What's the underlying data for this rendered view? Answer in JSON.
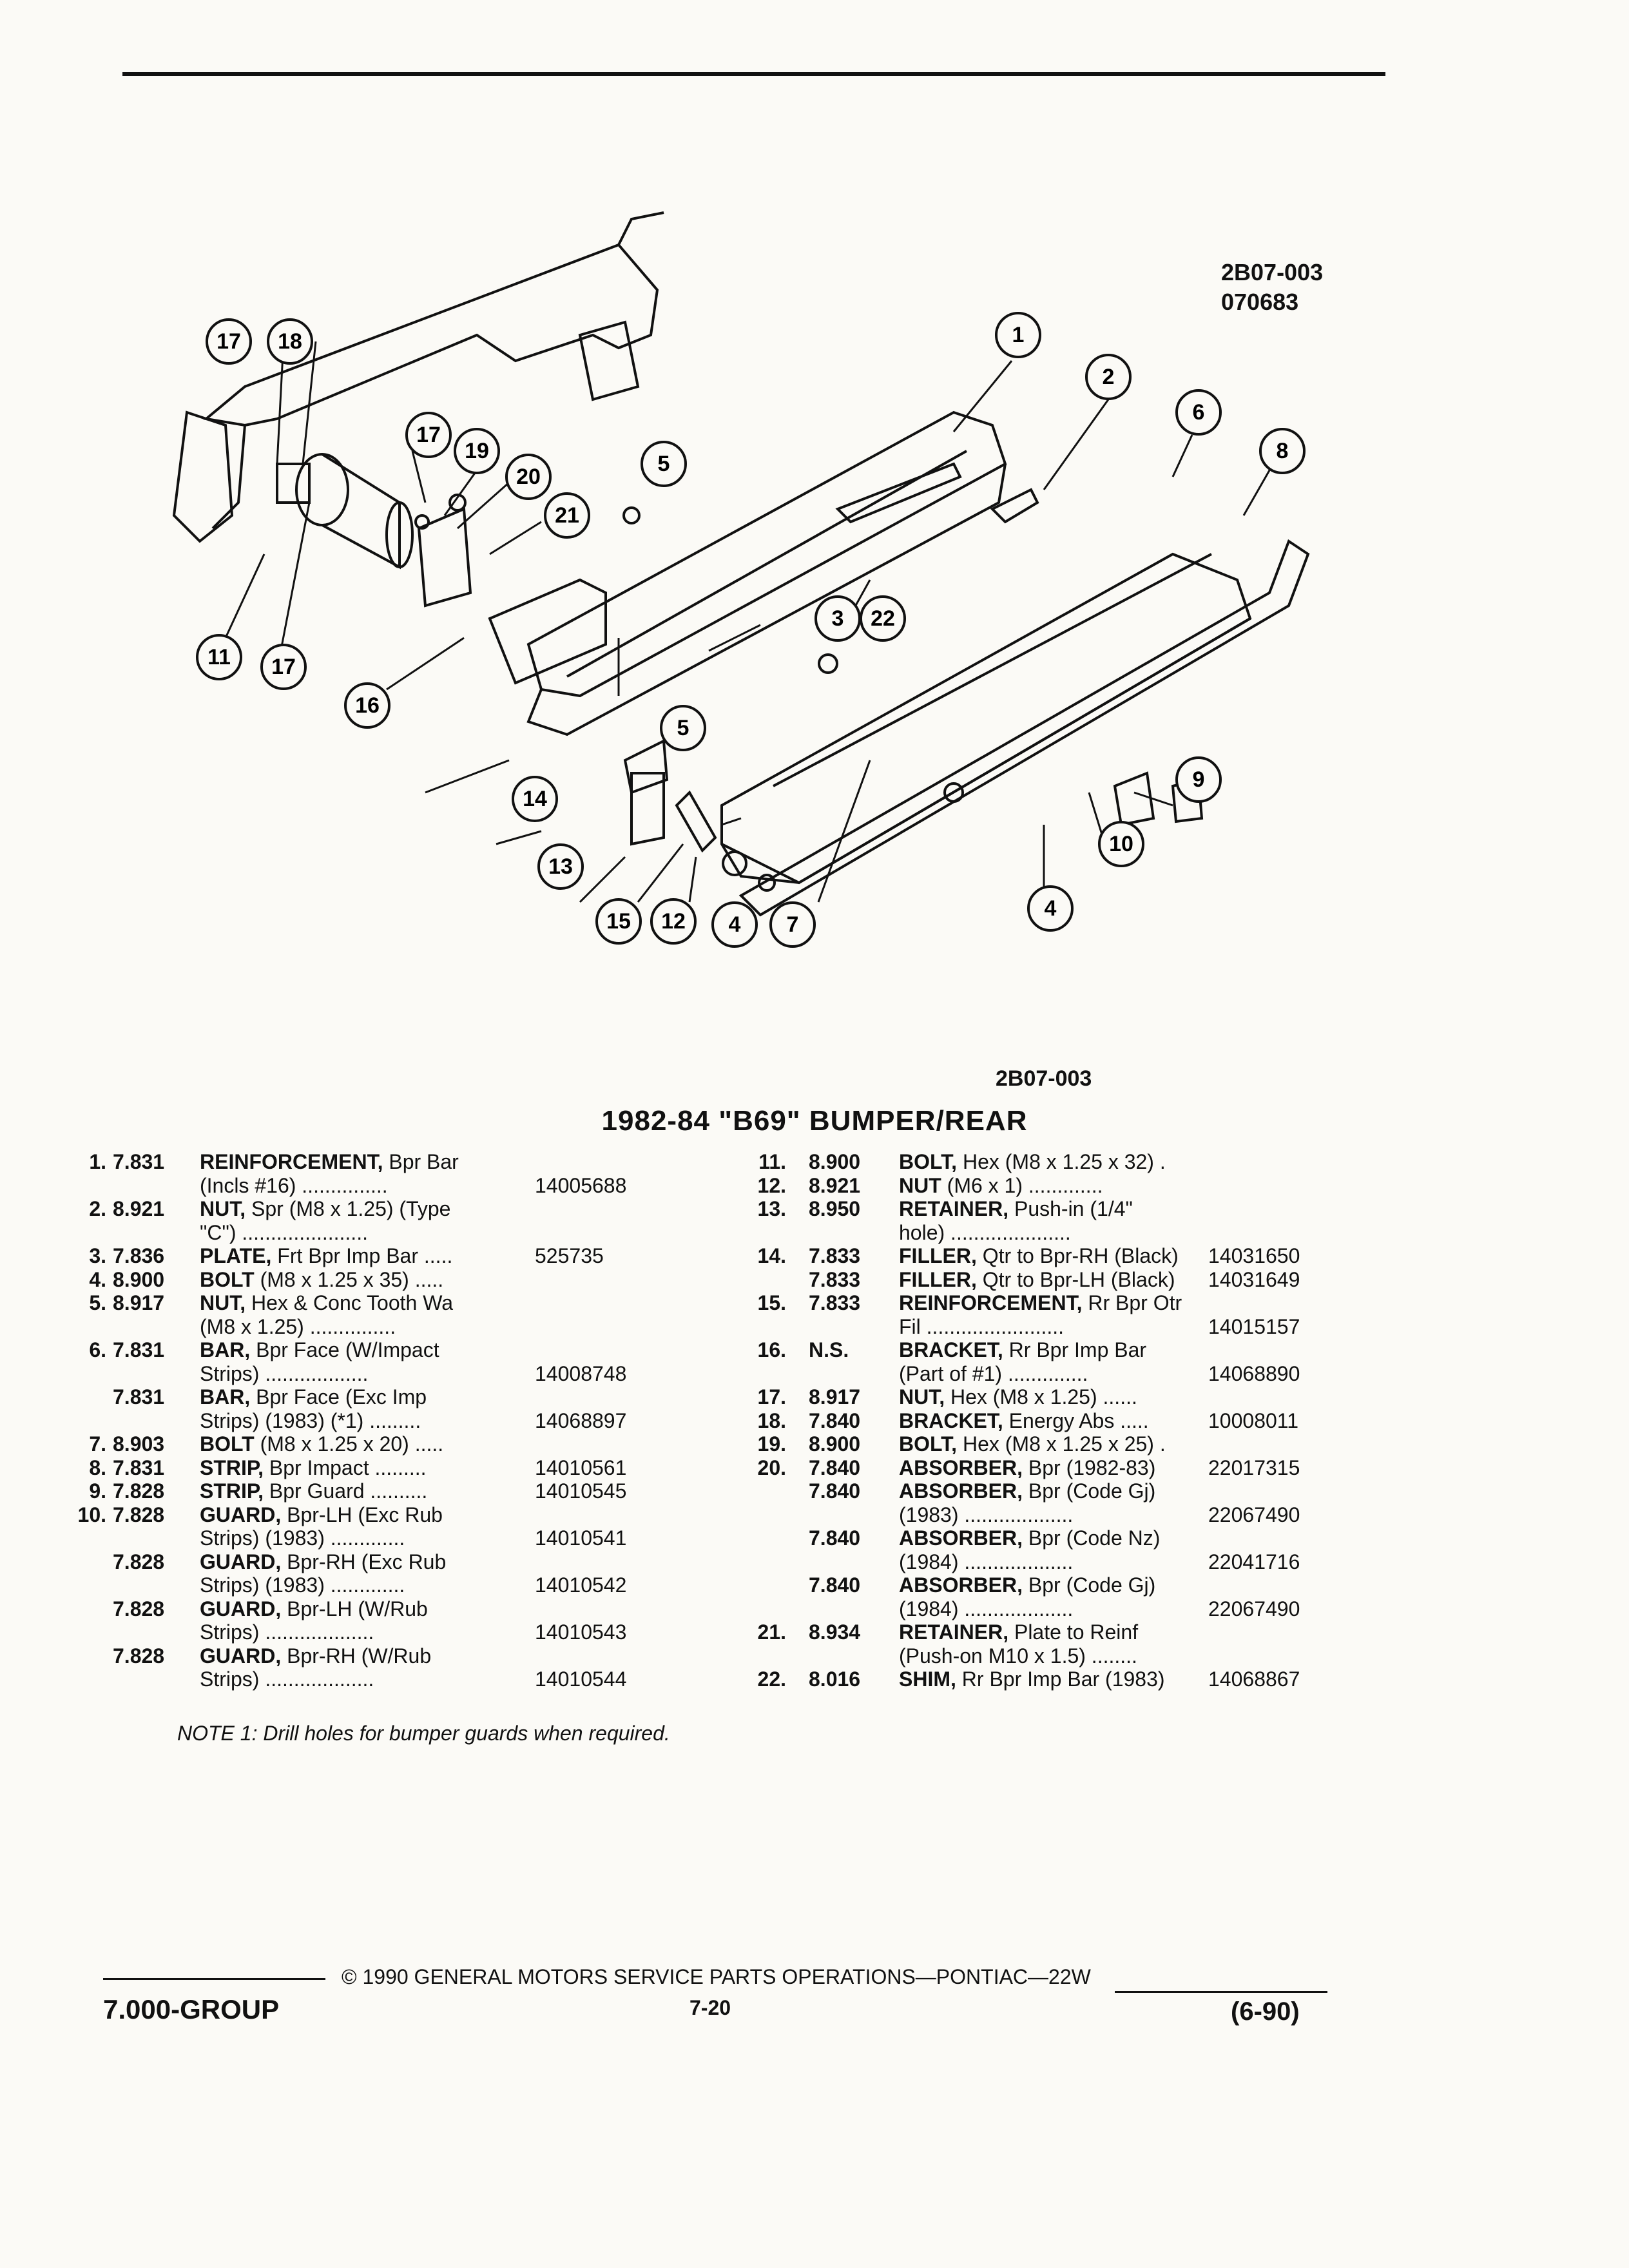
{
  "figure": {
    "code_a": "2B07-003",
    "code_b": "070683",
    "caption_code": "2B07-003",
    "callouts": [
      "1",
      "2",
      "3",
      "4",
      "5",
      "6",
      "7",
      "8",
      "9",
      "10",
      "11",
      "12",
      "13",
      "14",
      "15",
      "16",
      "17",
      "18",
      "19",
      "20",
      "21",
      "22"
    ]
  },
  "title": "1982-84 \"B69\" BUMPER/REAR",
  "left_rows": [
    {
      "num": "1.",
      "grp": "7.831",
      "name": "REINFORCEMENT,",
      "rest": " Bpr Bar",
      "pn": ""
    },
    {
      "num": "",
      "grp": "",
      "name": "",
      "rest": "(Incls #16) ...............",
      "pn": "14005688"
    },
    {
      "num": "2.",
      "grp": "8.921",
      "name": "NUT,",
      "rest": " Spr (M8 x 1.25) (Type",
      "pn": ""
    },
    {
      "num": "",
      "grp": "",
      "name": "",
      "rest": "\"C\") ......................",
      "pn": ""
    },
    {
      "num": "3.",
      "grp": "7.836",
      "name": "PLATE,",
      "rest": " Frt Bpr Imp Bar .....",
      "pn": "525735"
    },
    {
      "num": "4.",
      "grp": "8.900",
      "name": "BOLT",
      "rest": " (M8 x 1.25 x 35) .....",
      "pn": ""
    },
    {
      "num": "5.",
      "grp": "8.917",
      "name": "NUT,",
      "rest": " Hex & Conc Tooth Wa",
      "pn": ""
    },
    {
      "num": "",
      "grp": "",
      "name": "",
      "rest": "(M8 x 1.25) ...............",
      "pn": ""
    },
    {
      "num": "6.",
      "grp": "7.831",
      "name": "BAR,",
      "rest": " Bpr Face (W/Impact",
      "pn": ""
    },
    {
      "num": "",
      "grp": "",
      "name": "",
      "rest": "Strips) ..................",
      "pn": "14008748"
    },
    {
      "num": "",
      "grp": "7.831",
      "name": "BAR,",
      "rest": " Bpr Face (Exc Imp",
      "pn": ""
    },
    {
      "num": "",
      "grp": "",
      "name": "",
      "rest": "Strips) (1983) (*1) .........",
      "pn": "14068897"
    },
    {
      "num": "7.",
      "grp": "8.903",
      "name": "BOLT",
      "rest": " (M8 x 1.25 x 20) .....",
      "pn": ""
    },
    {
      "num": "8.",
      "grp": "7.831",
      "name": "STRIP,",
      "rest": " Bpr Impact .........",
      "pn": "14010561"
    },
    {
      "num": "9.",
      "grp": "7.828",
      "name": "STRIP,",
      "rest": " Bpr Guard ..........",
      "pn": "14010545"
    },
    {
      "num": "10.",
      "grp": "7.828",
      "name": "GUARD,",
      "rest": " Bpr-LH (Exc Rub",
      "pn": ""
    },
    {
      "num": "",
      "grp": "",
      "name": "",
      "rest": "Strips) (1983) .............",
      "pn": "14010541"
    },
    {
      "num": "",
      "grp": "7.828",
      "name": "GUARD,",
      "rest": " Bpr-RH (Exc Rub",
      "pn": ""
    },
    {
      "num": "",
      "grp": "",
      "name": "",
      "rest": "Strips) (1983) .............",
      "pn": "14010542"
    },
    {
      "num": "",
      "grp": "7.828",
      "name": "GUARD,",
      "rest": " Bpr-LH (W/Rub",
      "pn": ""
    },
    {
      "num": "",
      "grp": "",
      "name": "",
      "rest": "Strips) ...................",
      "pn": "14010543"
    },
    {
      "num": "",
      "grp": "7.828",
      "name": "GUARD,",
      "rest": " Bpr-RH (W/Rub",
      "pn": ""
    },
    {
      "num": "",
      "grp": "",
      "name": "",
      "rest": "Strips) ...................",
      "pn": "14010544"
    }
  ],
  "right_rows": [
    {
      "num": "11.",
      "grp": "8.900",
      "name": "BOLT,",
      "rest": " Hex (M8 x 1.25 x 32) .",
      "pn": ""
    },
    {
      "num": "12.",
      "grp": "8.921",
      "name": "NUT",
      "rest": " (M6 x 1) .............",
      "pn": ""
    },
    {
      "num": "13.",
      "grp": "8.950",
      "name": "RETAINER,",
      "rest": " Push-in (1/4\"",
      "pn": ""
    },
    {
      "num": "",
      "grp": "",
      "name": "",
      "rest": "hole) .....................",
      "pn": ""
    },
    {
      "num": "14.",
      "grp": "7.833",
      "name": "FILLER,",
      "rest": " Qtr to Bpr-RH (Black)",
      "pn": "14031650"
    },
    {
      "num": "",
      "grp": "7.833",
      "name": "FILLER,",
      "rest": " Qtr to Bpr-LH (Black)",
      "pn": "14031649"
    },
    {
      "num": "15.",
      "grp": "7.833",
      "name": "REINFORCEMENT,",
      "rest": " Rr Bpr Otr",
      "pn": ""
    },
    {
      "num": "",
      "grp": "",
      "name": "",
      "rest": "Fil ........................",
      "pn": "14015157"
    },
    {
      "num": "16.",
      "grp": "N.S.",
      "name": "BRACKET,",
      "rest": " Rr Bpr Imp Bar",
      "pn": ""
    },
    {
      "num": "",
      "grp": "",
      "name": "",
      "rest": "(Part of #1) ..............",
      "pn": "14068890"
    },
    {
      "num": "17.",
      "grp": "8.917",
      "name": "NUT,",
      "rest": " Hex (M8 x 1.25) ......",
      "pn": ""
    },
    {
      "num": "18.",
      "grp": "7.840",
      "name": "BRACKET,",
      "rest": " Energy Abs .....",
      "pn": "10008011"
    },
    {
      "num": "19.",
      "grp": "8.900",
      "name": "BOLT,",
      "rest": " Hex (M8 x 1.25 x 25) .",
      "pn": ""
    },
    {
      "num": "20.",
      "grp": "7.840",
      "name": "ABSORBER,",
      "rest": " Bpr (1982-83)",
      "pn": "22017315"
    },
    {
      "num": "",
      "grp": "7.840",
      "name": "ABSORBER,",
      "rest": " Bpr (Code Gj)",
      "pn": ""
    },
    {
      "num": "",
      "grp": "",
      "name": "",
      "rest": "(1983) ...................",
      "pn": "22067490"
    },
    {
      "num": "",
      "grp": "7.840",
      "name": "ABSORBER,",
      "rest": " Bpr (Code Nz)",
      "pn": ""
    },
    {
      "num": "",
      "grp": "",
      "name": "",
      "rest": "(1984) ...................",
      "pn": "22041716"
    },
    {
      "num": "",
      "grp": "7.840",
      "name": "ABSORBER,",
      "rest": " Bpr (Code Gj)",
      "pn": ""
    },
    {
      "num": "",
      "grp": "",
      "name": "",
      "rest": "(1984) ...................",
      "pn": "22067490"
    },
    {
      "num": "21.",
      "grp": "8.934",
      "name": "RETAINER,",
      "rest": " Plate to Reinf",
      "pn": ""
    },
    {
      "num": "",
      "grp": "",
      "name": "",
      "rest": "(Push-on M10 x 1.5) ........",
      "pn": ""
    },
    {
      "num": "22.",
      "grp": "8.016",
      "name": "SHIM,",
      "rest": " Rr Bpr Imp Bar (1983)",
      "pn": "14068867"
    }
  ],
  "note": "NOTE 1: Drill holes for bumper guards when required.",
  "footer": {
    "copyright": "© 1990 GENERAL MOTORS SERVICE PARTS OPERATIONS—PONTIAC—22W",
    "group": "7.000-GROUP",
    "page": "7-20",
    "revision": "(6-90)"
  }
}
